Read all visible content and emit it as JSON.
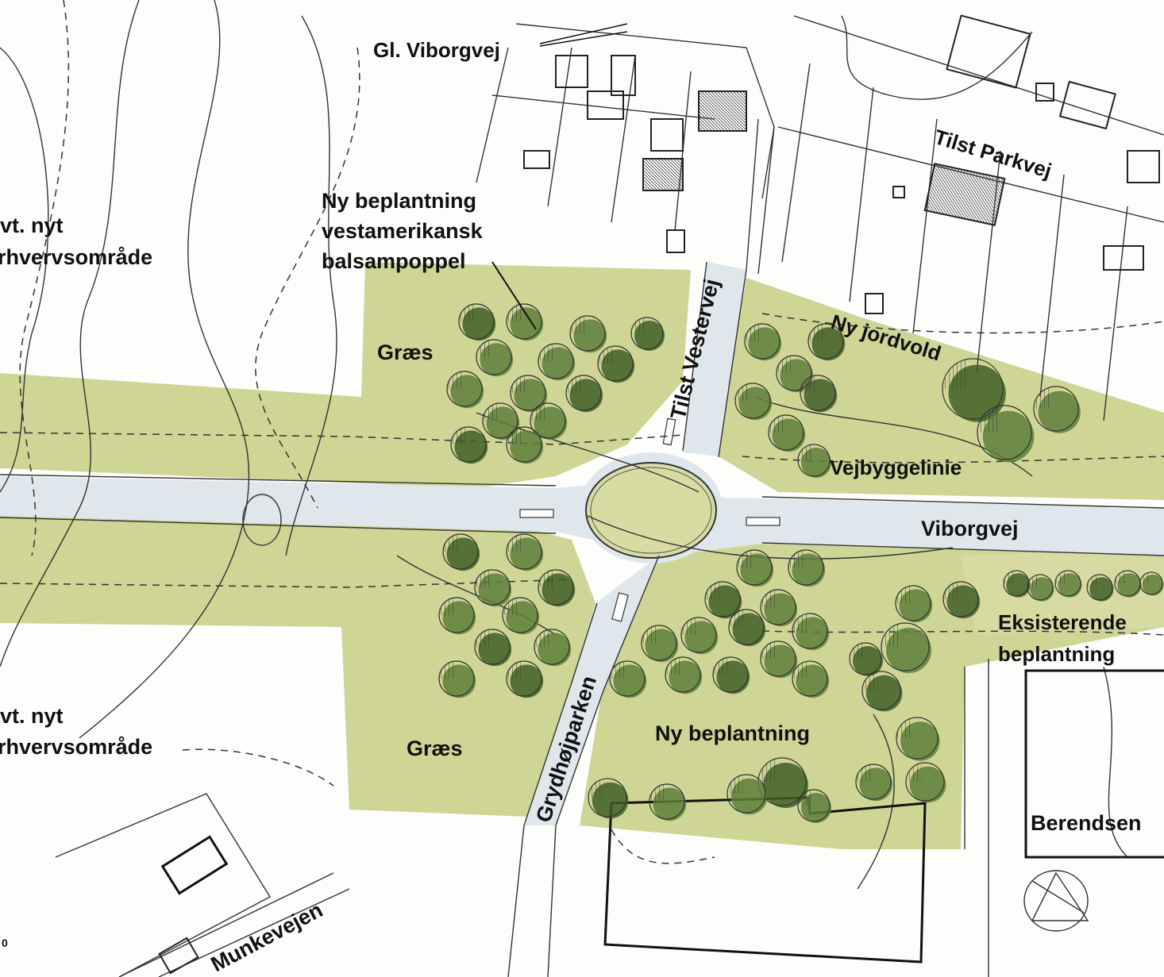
{
  "map": {
    "labels": {
      "gl_viborgvej": "Gl. Viborgvej",
      "tilst_parkvej": "Tilst Parkvej",
      "evt_nyt_1_line1": "Evt. nyt",
      "evt_nyt_1_line2": "erhvervsområde",
      "ny_beplantning_1_line1": "Ny beplantning",
      "ny_beplantning_1_line2": "vestamerikansk",
      "ny_beplantning_1_line3": "balsampoppel",
      "graes_1": "Græs",
      "tilst_vestervej": "Tilst Vestervej",
      "ny_jordvold": "Ny jordvold",
      "vejbyggelinie": "Vejbyggelinie",
      "viborgvej": "Viborgvej",
      "eksisterende_line1": "Eksisterende",
      "eksisterende_line2": "beplantning",
      "evt_nyt_2_line1": "Evt. nyt",
      "evt_nyt_2_line2": "erhvervsområde",
      "graes_2": "Græs",
      "grydhojparken": "Grydhøjparken",
      "ny_beplantning_2": "Ny beplantning",
      "berendsen": "Berendsen",
      "munkevejen": "Munkevejen",
      "corner_mark": "0"
    },
    "colors": {
      "grass": "#c9d08a",
      "grass_light": "#d8dca3",
      "road": "#dfe6ec",
      "tree": "#5d7f3a",
      "tree_dark": "#3f5f27",
      "line": "#333333"
    }
  }
}
